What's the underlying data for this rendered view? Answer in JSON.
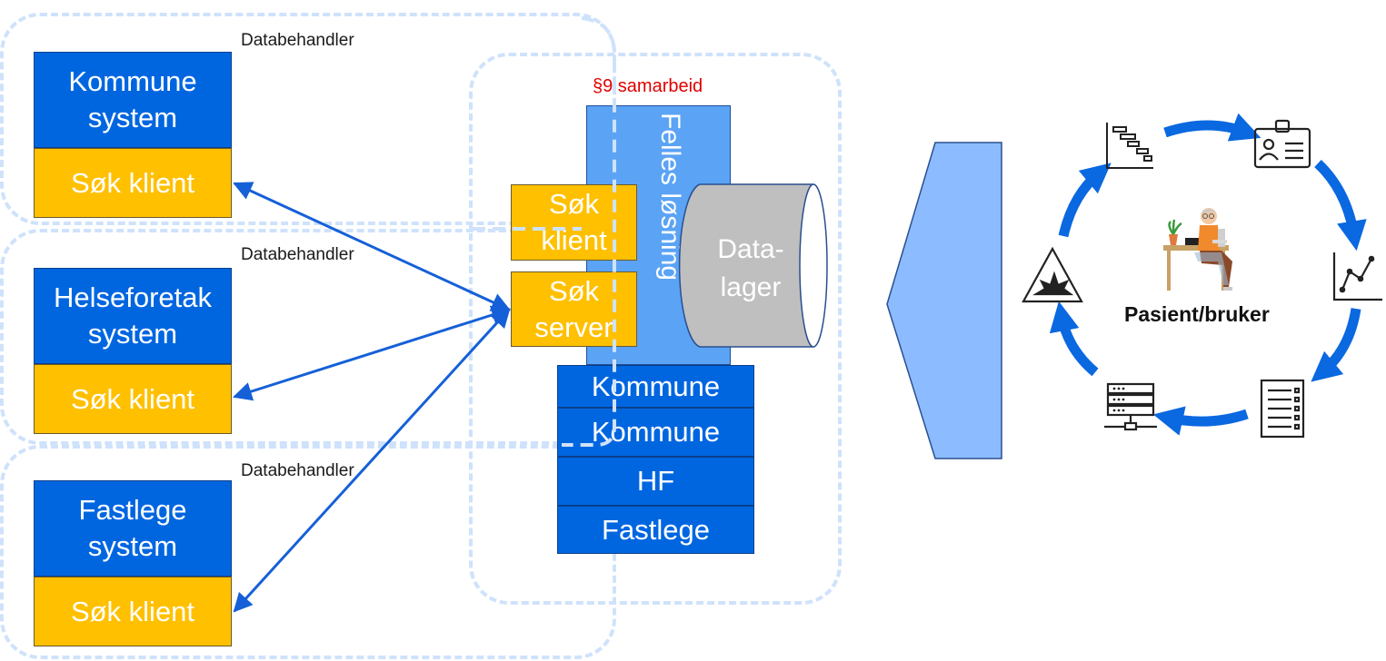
{
  "left_column": {
    "groups": [
      {
        "processor_label": "Databehandler",
        "system_label": "Kommune system",
        "client_label": "Søk klient"
      },
      {
        "processor_label": "Databehandler",
        "system_label": "Helseforetak system",
        "client_label": "Søk klient"
      },
      {
        "processor_label": "Databehandler",
        "system_label": "Fastlege system",
        "client_label": "Søk klient"
      }
    ]
  },
  "center": {
    "cooperation_label": "§9 samarbeid",
    "shared_solution_label": "Felles løsning",
    "search_client_label": "Søk klient",
    "search_server_label": "Søk server",
    "datastore_label": "Data-lager",
    "tenants": [
      "Kommune",
      "Kommune",
      "HF",
      "Fastlege"
    ]
  },
  "right": {
    "center_label": "Pasient/bruker",
    "cycle_icons": [
      "gantt-chart-icon",
      "id-card-icon",
      "line-chart-icon",
      "checklist-icon",
      "server-icon",
      "warning-triangle-icon"
    ]
  },
  "colors": {
    "system_blue": "#0066e0",
    "client_yellow": "#ffc000",
    "shared_blue": "#5ba3f5",
    "datastore_gray": "#bfbfbf",
    "arrow_blue": "#1560d8",
    "zone_dash": "#cfe2fb",
    "cooperation_red": "#e00000",
    "trapezoid_blue": "#8cbcff"
  }
}
